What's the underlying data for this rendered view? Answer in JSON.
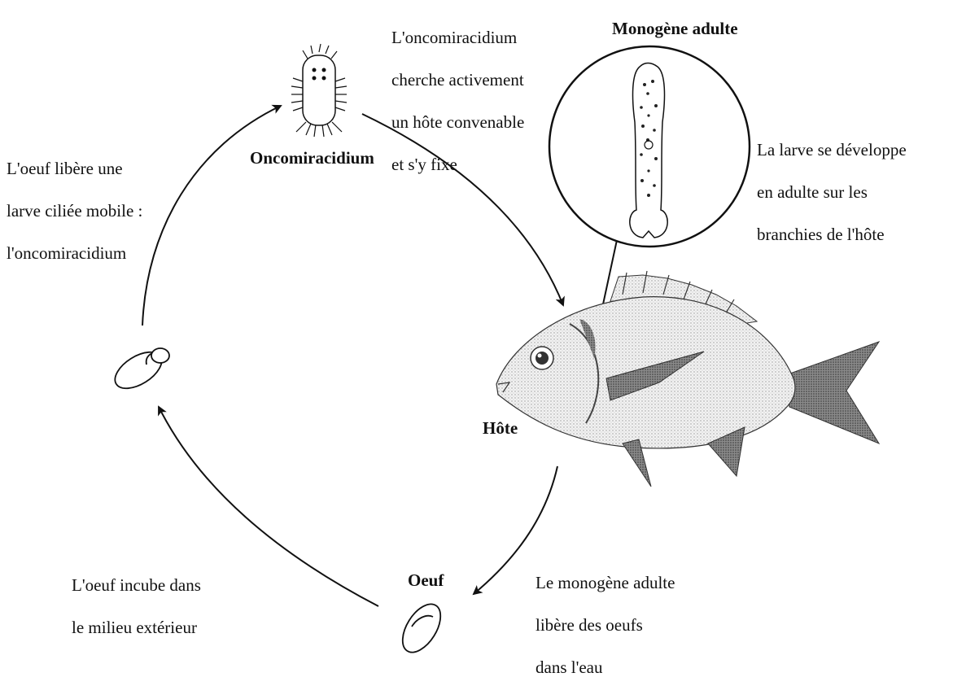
{
  "labels": {
    "oncomiracidium_title": "Oncomiracidium",
    "adult_title": "Monogène adulte",
    "host_title": "Hôte",
    "egg_title": "Oeuf"
  },
  "captions": {
    "search": [
      "L'oncomiracidium",
      "cherche activement",
      "un hôte convenable",
      "et s'y fixe"
    ],
    "release": [
      "L'oeuf libère une",
      "larve ciliée mobile :",
      "l'oncomiracidium"
    ],
    "develop": [
      "La larve se développe",
      "en adulte sur les",
      "branchies de l'hôte"
    ],
    "incubate": [
      "L'oeuf incube dans",
      "le milieu extérieur"
    ],
    "lay": [
      "Le monogène adulte",
      "libère des oeufs",
      "dans l'eau"
    ]
  }
}
